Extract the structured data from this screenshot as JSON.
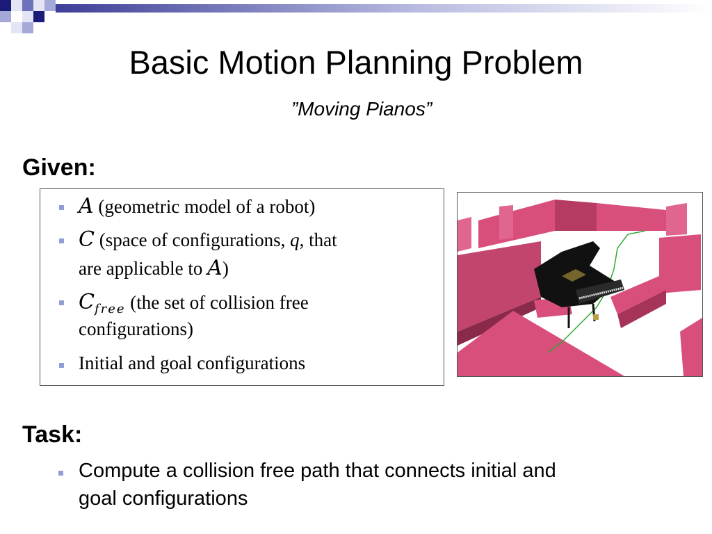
{
  "title": "Basic Motion Planning Problem",
  "subtitle": "”Moving Pianos”",
  "given": {
    "heading": "Given:",
    "items": [
      {
        "symbol": "A",
        "text": " (geometric model of a robot)"
      },
      {
        "symbol": "C",
        "text": " (space of configurations, ",
        "var": "q",
        "text2": ", that",
        "line2": "are applicable to ",
        "symbol2": "A",
        "tail": ")"
      },
      {
        "symbol": "C",
        "subscript": "free",
        "text": "  (the set of collision free",
        "line2": "configurations)"
      },
      {
        "text": "Initial and goal configurations"
      }
    ]
  },
  "task": {
    "heading": "Task:",
    "line1": "Compute a collision free path that connects initial and",
    "line2": "goal configurations"
  },
  "colors": {
    "bullet": "#8f9fd6",
    "deco_dark": "#1b1b7a",
    "deco_light": "#a5a9d8",
    "wall": "#d94f7c",
    "path": "#2ea832"
  }
}
